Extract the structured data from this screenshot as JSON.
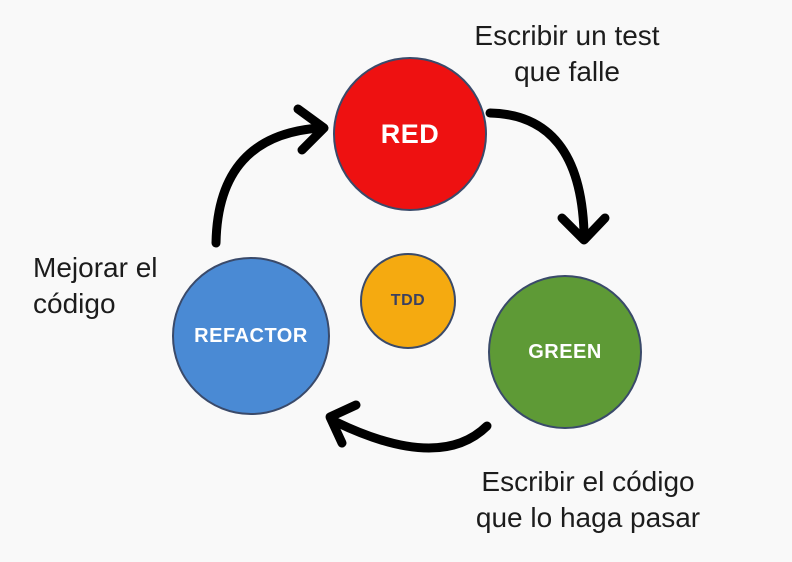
{
  "nodes": {
    "red": {
      "label": "RED",
      "color": "#ee1111"
    },
    "green": {
      "label": "GREEN",
      "color": "#5e9a36"
    },
    "refactor": {
      "label": "REFACTOR",
      "color": "#4a8ad4"
    },
    "tdd": {
      "label": "TDD",
      "color": "#f5aa10"
    }
  },
  "captions": {
    "red": [
      "Escribir un test",
      "que falle"
    ],
    "green": [
      "Escribir el código",
      "que lo haga pasar"
    ],
    "refactor": [
      "Mejorar el",
      "código"
    ]
  }
}
